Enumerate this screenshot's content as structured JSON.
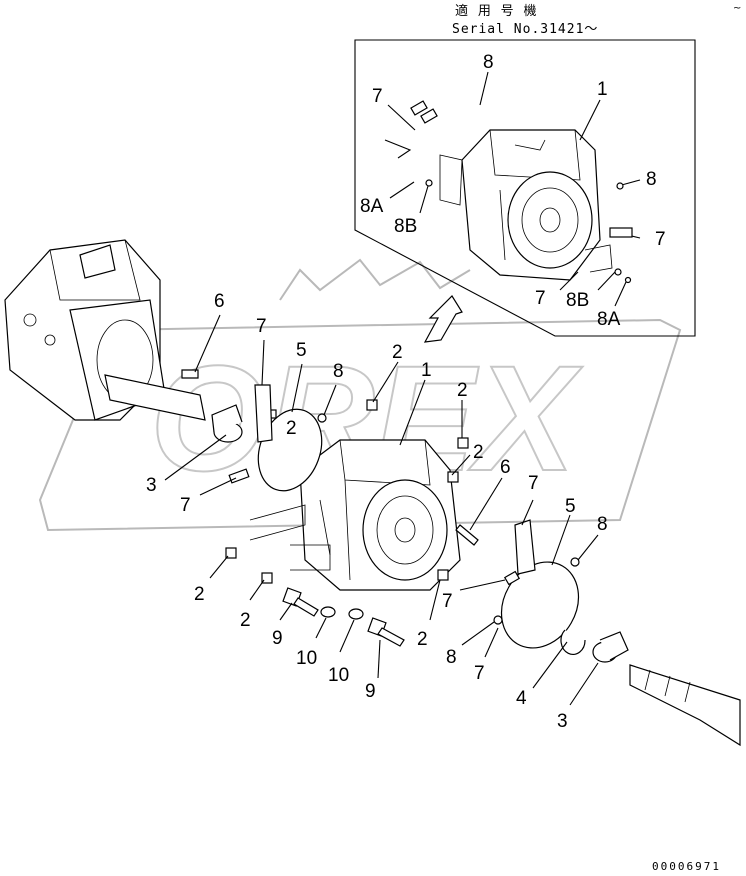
{
  "header": {
    "line1": "適 用 号 機",
    "line2": "Serial No.31421～"
  },
  "doc_number": "00006971",
  "watermark": "OREX",
  "callouts": {
    "inset_8_top": "8",
    "inset_1": "1",
    "inset_7_left": "7",
    "inset_8_right": "8",
    "inset_8a_left": "8A",
    "inset_8b_left": "8B",
    "inset_7_right": "7",
    "inset_7_bottom": "7",
    "inset_8b_bottom": "8B",
    "inset_8a_bottom": "8A",
    "main_6_left": "6",
    "main_7_top": "7",
    "main_5_left": "5",
    "main_8_left": "8",
    "main_2_top": "2",
    "main_1": "1",
    "main_2_a": "2",
    "main_2_b": "2",
    "main_2_c": "2",
    "main_3_left": "3",
    "main_7_left": "7",
    "main_6_right": "6",
    "main_7_right_top": "7",
    "main_5_right": "5",
    "main_8_right": "8",
    "main_2_d": "2",
    "main_2_e": "2",
    "main_7_r2": "7",
    "main_2_f": "2",
    "main_9_left": "9",
    "main_10_left": "10",
    "main_10_right": "10",
    "main_9_right": "9",
    "main_8_r": "8",
    "main_7_r3": "7",
    "main_4": "4",
    "main_3_right": "3"
  }
}
